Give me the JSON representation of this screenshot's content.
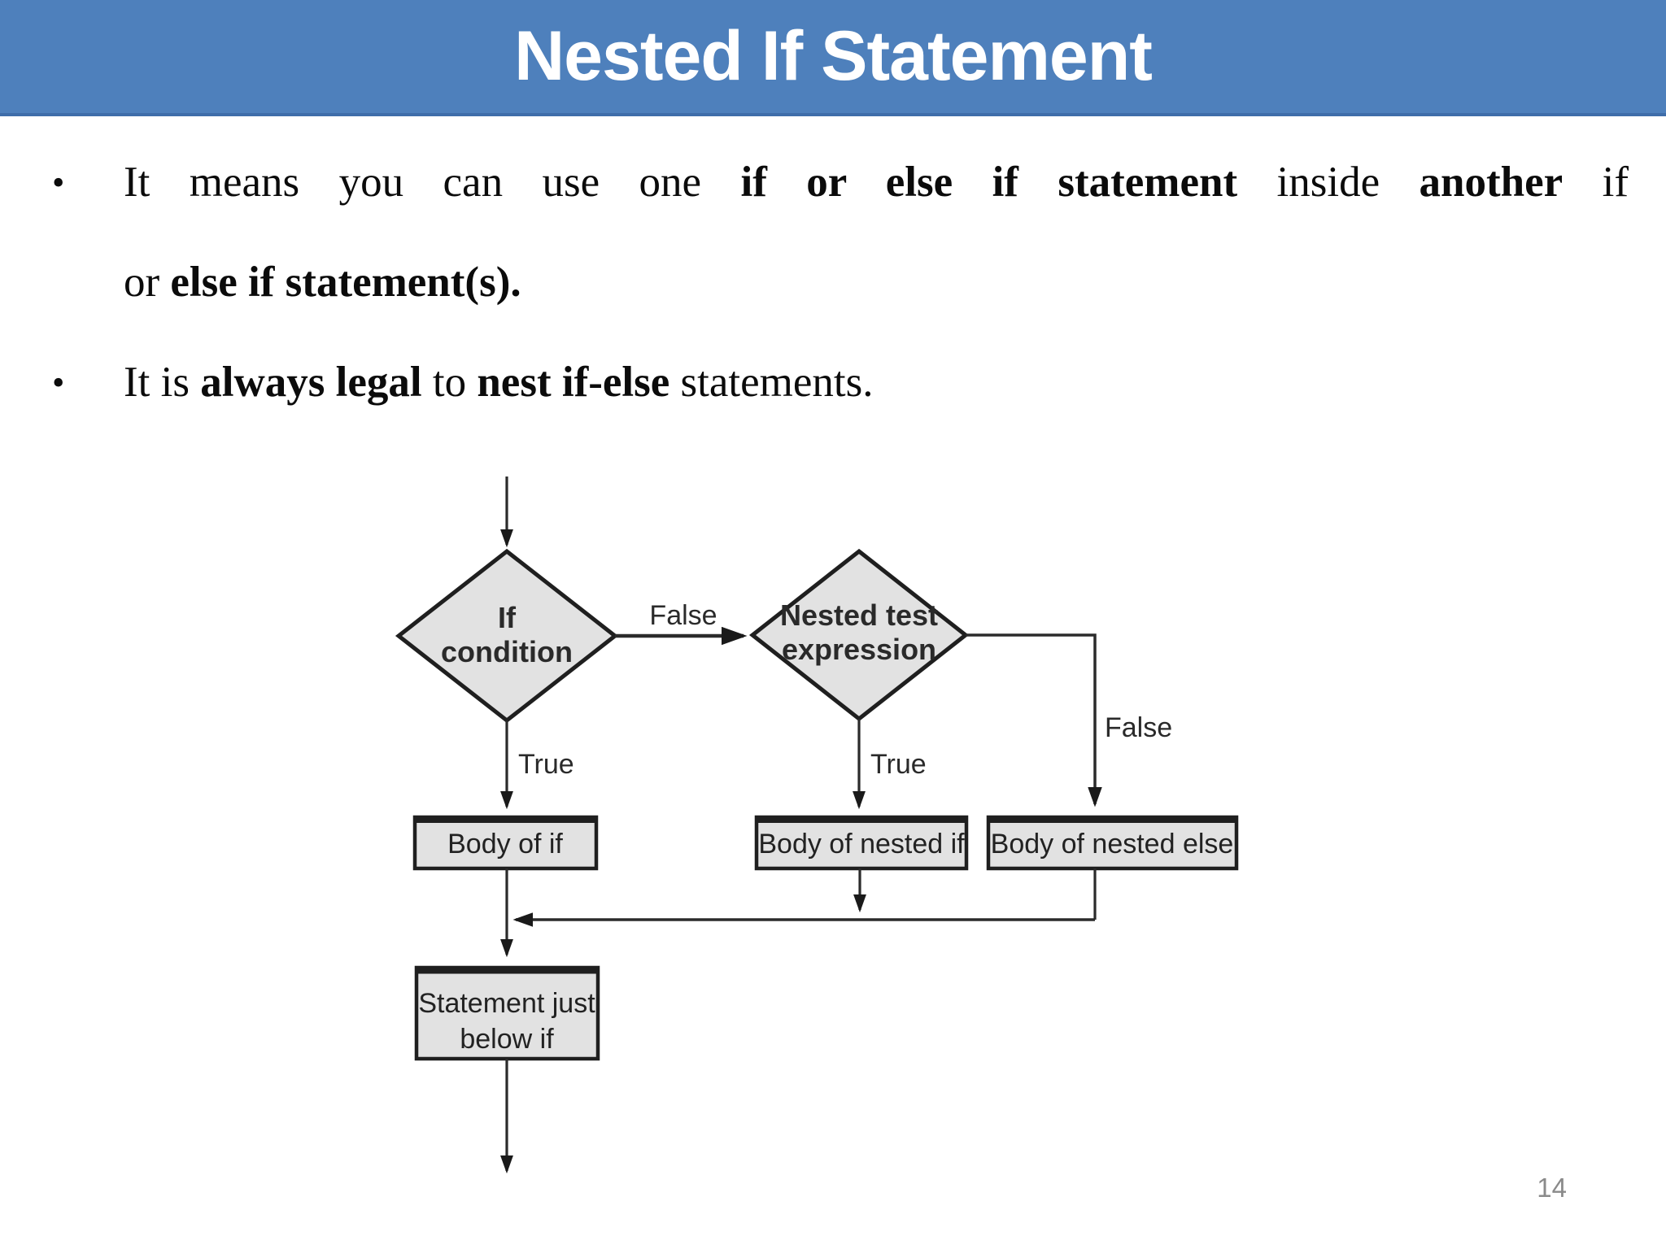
{
  "title": "Nested If Statement",
  "page_number": "14",
  "colors": {
    "header_bg": "#4e80bc",
    "header_border": "#3f6da9",
    "node_fill": "#e2e2e2",
    "node_border": "#1f1f1f",
    "page_number_gray": "#8a8a8a"
  },
  "bullets": {
    "b1_line1": [
      {
        "t": "It means you can use one ",
        "b": false
      },
      {
        "t": "if or else if statement",
        "b": true
      },
      {
        "t": " inside ",
        "b": false
      },
      {
        "t": "another",
        "b": true
      },
      {
        "t": " if",
        "b": false
      }
    ],
    "b1_line2": [
      {
        "t": "or ",
        "b": false
      },
      {
        "t": "else if statement(s).",
        "b": true
      }
    ],
    "b2": [
      {
        "t": "It is ",
        "b": false
      },
      {
        "t": "always legal",
        "b": true
      },
      {
        "t": " to ",
        "b": false
      },
      {
        "t": "nest if-else",
        "b": true
      },
      {
        "t": " statements.",
        "b": false
      }
    ]
  },
  "flowchart": {
    "diamond1": {
      "line1": "If",
      "line2": "condition"
    },
    "diamond2": {
      "line1": "Nested test",
      "line2": "expression"
    },
    "labels": {
      "false1": "False",
      "false2": "False",
      "true1": "True",
      "true2": "True"
    },
    "boxes": {
      "body_if": "Body of if",
      "body_nested_if": "Body of nested if",
      "body_nested_else": "Body of nested else",
      "statement_line1": "Statement just",
      "statement_line2": "below if"
    }
  }
}
